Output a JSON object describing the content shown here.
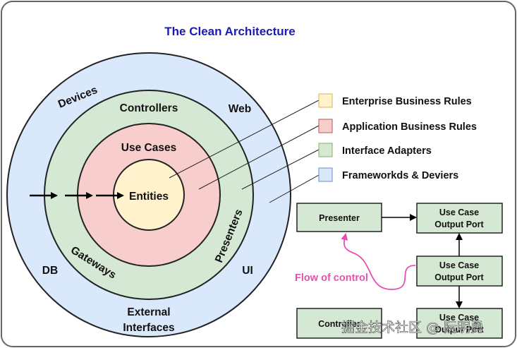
{
  "title": "The Clean Architecture",
  "rings": {
    "outer": {
      "fill": "#dae8fc",
      "labels": {
        "devices": "Devices",
        "web": "Web",
        "db": "DB",
        "ui": "UI",
        "external_line1": "External",
        "external_line2": "Interfaces"
      }
    },
    "adapters": {
      "fill": "#d5e8d4",
      "labels": {
        "controllers": "Controllers",
        "gateways": "Gateways",
        "presenters": "Presenters"
      }
    },
    "use_cases": {
      "fill": "#f8cecc",
      "label": "Use Cases"
    },
    "entities": {
      "fill": "#fff2cc",
      "label": "Entities"
    }
  },
  "legend": [
    {
      "label": "Enterprise Business Rules",
      "color": "#fff2cc",
      "border": "#d6b656"
    },
    {
      "label": "Application Business Rules",
      "color": "#f8cecc",
      "border": "#b85450"
    },
    {
      "label": "Interface Adapters",
      "color": "#d5e8d4",
      "border": "#82b366"
    },
    {
      "label": "Frameworkds & Deviers",
      "color": "#dae8fc",
      "border": "#6c8ebf"
    }
  ],
  "flow": {
    "presenter": "Presenter",
    "output_port_top_line1": "Use Case",
    "output_port_top_line2": "Output Port",
    "output_port_mid_line1": "Use Case",
    "output_port_mid_line2": "Output Port",
    "bottom_left": "Controller",
    "bottom_right_line1": "Use Case",
    "bottom_right_line2": "Output Port",
    "flow_label": "Flow of control",
    "box_fill": "#d5e8d4"
  },
  "watermark": "掘金技术社区 @ 阮明勇"
}
